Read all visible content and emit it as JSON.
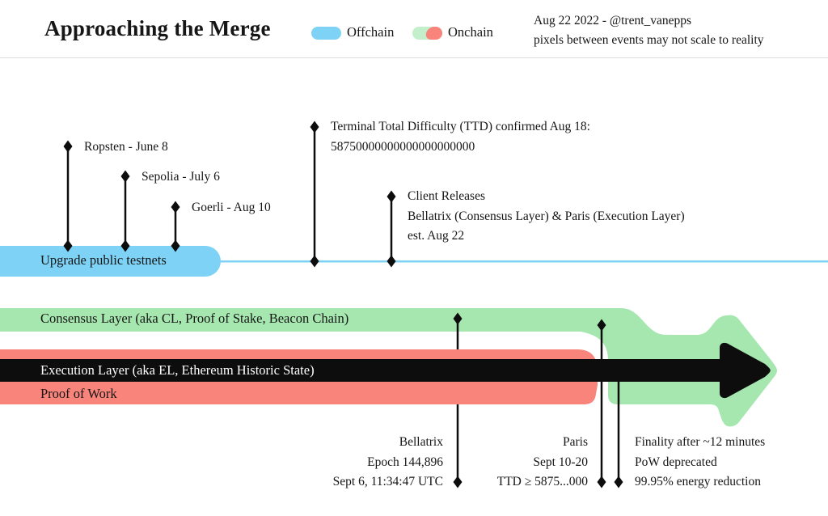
{
  "header": {
    "title": "Approaching the Merge",
    "legend": {
      "offchain_label": "Offchain",
      "onchain_label": "Onchain"
    },
    "byline_line1": "Aug 22 2022 - @trent_vanepps",
    "byline_line2": "pixels between events may not scale to reality"
  },
  "colors": {
    "offchain_blue": "#7DD2F5",
    "onchain_green": "#A6E7B0",
    "legend_green": "#C3F0CB",
    "onchain_red": "#F9847C",
    "ink": "#0D0D0D"
  },
  "offchain_track": {
    "label": "Upgrade public testnets"
  },
  "events": {
    "ropsten": "Ropsten - June 8",
    "sepolia": "Sepolia - July 6",
    "goerli": "Goerli - Aug 10",
    "ttd_line1": "Terminal Total Difficulty (TTD) confirmed Aug 18:",
    "ttd_line2": "58750000000000000000000",
    "client_line1": "Client Releases",
    "client_line2": "Bellatrix (Consensus Layer) & Paris (Execution Layer)",
    "client_line3": "est. Aug 22"
  },
  "onchain_tracks": {
    "consensus": "Consensus Layer (aka CL, Proof of Stake, Beacon Chain)",
    "execution": "Execution Layer (aka EL, Ethereum Historic State)",
    "pow": "Proof of Work"
  },
  "milestones": {
    "bellatrix": [
      "Bellatrix",
      "Epoch 144,896",
      "Sept 6, 11:34:47 UTC"
    ],
    "paris": [
      "Paris",
      "Sept 10-20",
      "TTD ≥ 5875...000"
    ],
    "finality": [
      "Finality after ~12 minutes",
      "PoW deprecated",
      "99.95% energy reduction"
    ]
  }
}
